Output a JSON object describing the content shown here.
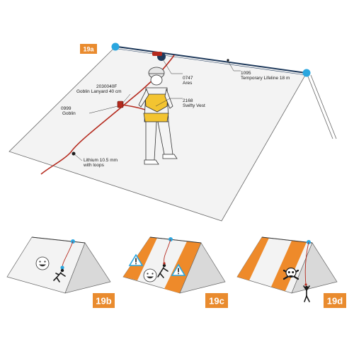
{
  "figure_labels": {
    "main": "19a",
    "b": "19b",
    "c": "19c",
    "d": "19d"
  },
  "callouts": {
    "ares": {
      "code": "0747",
      "name": "Ares"
    },
    "lifeline": {
      "code": "1095",
      "name": "Temporary Lifeline 18 m"
    },
    "lanyard": {
      "code": "2030040F",
      "name": "Goblin Lanyard 40 cm"
    },
    "goblin": {
      "code": "0999",
      "name": "Goblin"
    },
    "vest": {
      "code": "2168",
      "name": "Swifty Vest"
    },
    "rope_line1": "Lithium 10.5 mm",
    "rope_line2": "with loops"
  },
  "colors": {
    "tag_orange": "#e98b2e",
    "zone_orange": "#ee8a2a",
    "anchor_blue": "#2aa6df",
    "roof_face": "#f2f2f2",
    "roof_side": "#d9d9d9",
    "vest_yellow": "#f3c431",
    "rope_red": "#b52a1e",
    "warning_blue": "#2aa6df",
    "lifeline_navy": "#1f3a5c"
  },
  "icons": [
    "smiley-face-icon",
    "warning-triangle-icon",
    "skull-crossbones-icon",
    "worker-icon"
  ]
}
